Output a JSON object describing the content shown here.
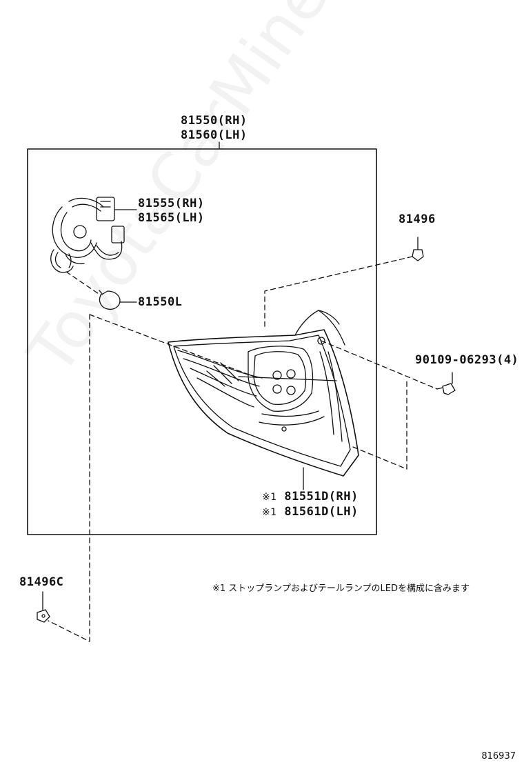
{
  "assembly": {
    "line1": "81550(RH)",
    "line2": "81560(LH)"
  },
  "socket": {
    "line1": "81555(RH)",
    "line2": "81565(LH)"
  },
  "bulb": {
    "label": "81550L"
  },
  "clip_top": {
    "label": "81496"
  },
  "screw": {
    "label": "90109-06293(4)"
  },
  "lens": {
    "mark": "※1",
    "line1": "81551D(RH)",
    "line2": "81561D(LH)"
  },
  "clip_bottom": {
    "label": "81496C"
  },
  "note": {
    "text": "※1 ストップランプおよびテールランプのLEDを構成に含みます"
  },
  "watermark": {
    "text": "ToyotaCarMine.ru"
  },
  "figure": {
    "number": "816937"
  }
}
